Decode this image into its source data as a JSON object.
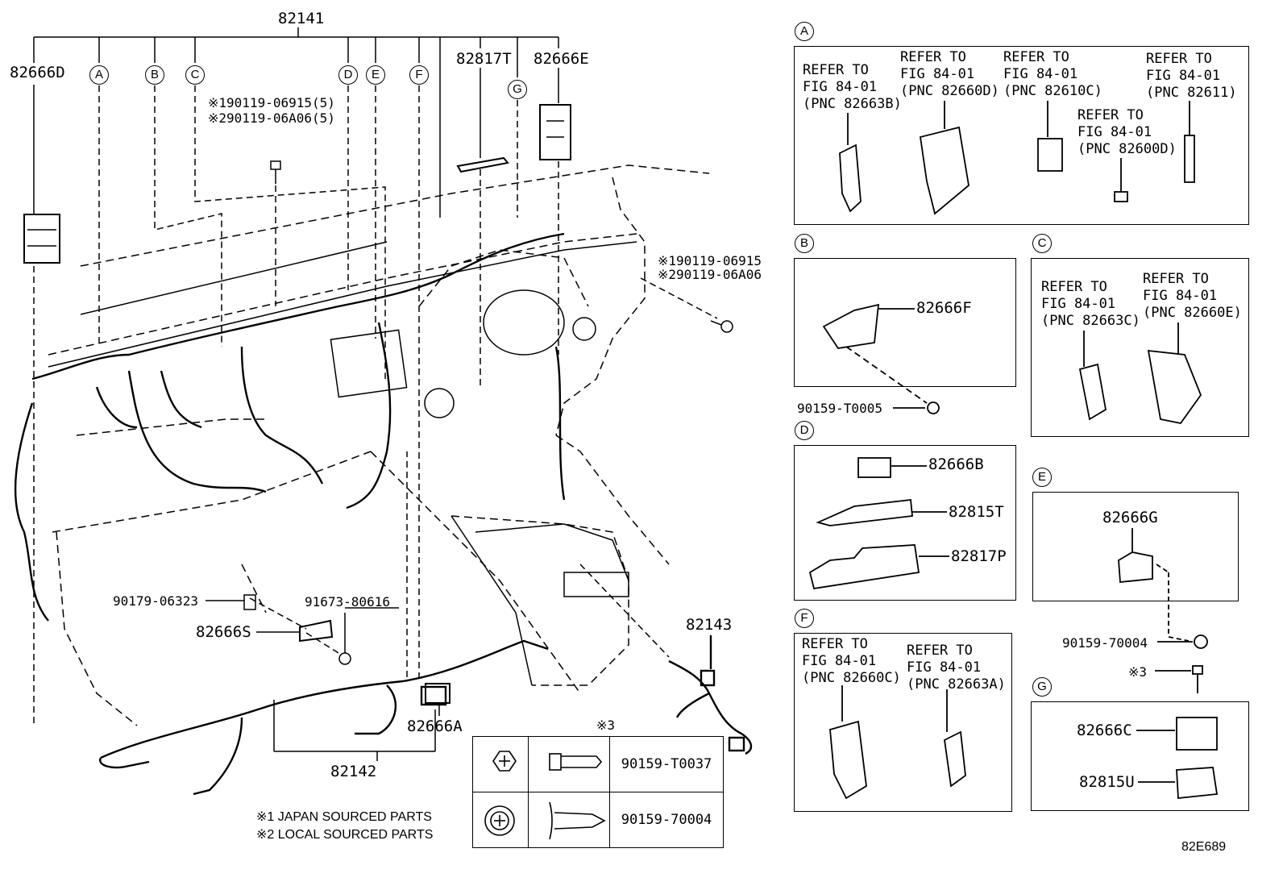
{
  "main": {
    "harness_top": "82141",
    "harness_floor": "82142",
    "harness_side": "82143",
    "parts": {
      "p82666D": "82666D",
      "p82817T": "82817T",
      "p82666E": "82666E",
      "p82666A": "82666A",
      "p82666S": "82666S",
      "p90179": "90179-06323",
      "p91673": "91673-80616"
    },
    "bolt_notes_top": [
      "※190119-06915(5)",
      "※290119-06A06(5)"
    ],
    "bolt_notes_right": [
      "※190119-06915",
      "※290119-06A06"
    ],
    "callouts": [
      "A",
      "B",
      "C",
      "D",
      "E",
      "F",
      "G"
    ]
  },
  "panels": {
    "A": {
      "letter": "A",
      "refs": [
        {
          "lines": [
            "REFER TO",
            "FIG 84-01",
            "(PNC 82663B)"
          ]
        },
        {
          "lines": [
            "REFER TO",
            "FIG 84-01",
            "(PNC 82660D)"
          ]
        },
        {
          "lines": [
            "REFER TO",
            "FIG 84-01",
            "(PNC 82610C)"
          ]
        },
        {
          "lines": [
            "REFER TO",
            "FIG 84-01",
            "(PNC 82600D)"
          ]
        },
        {
          "lines": [
            "REFER TO",
            "FIG 84-01",
            "(PNC 82611)"
          ]
        }
      ]
    },
    "B": {
      "letter": "B",
      "part": "82666F",
      "screw": "90159-T0005"
    },
    "C": {
      "letter": "C",
      "refs": [
        {
          "lines": [
            "REFER TO",
            "FIG 84-01",
            "(PNC 82663C)"
          ]
        },
        {
          "lines": [
            "REFER TO",
            "FIG 84-01",
            "(PNC 82660E)"
          ]
        }
      ]
    },
    "D": {
      "letter": "D",
      "parts": [
        "82666B",
        "82815T",
        "82817P"
      ]
    },
    "E": {
      "letter": "E",
      "part": "82666G",
      "screw": "90159-70004"
    },
    "F": {
      "letter": "F",
      "refs": [
        {
          "lines": [
            "REFER TO",
            "FIG 84-01",
            "(PNC 82660C)"
          ]
        },
        {
          "lines": [
            "REFER TO",
            "FIG 84-01",
            "(PNC 82663A)"
          ]
        }
      ]
    },
    "G": {
      "letter": "G",
      "parts": [
        "82666C",
        "82815U"
      ],
      "note": "※3"
    }
  },
  "screw_table": {
    "header": "※3",
    "rows": [
      {
        "part": "90159-T0037"
      },
      {
        "part": "90159-70004"
      }
    ]
  },
  "footnotes": [
    "※1 JAPAN SOURCED PARTS",
    "※2 LOCAL SOURCED PARTS"
  ],
  "figure_code": "82E689"
}
